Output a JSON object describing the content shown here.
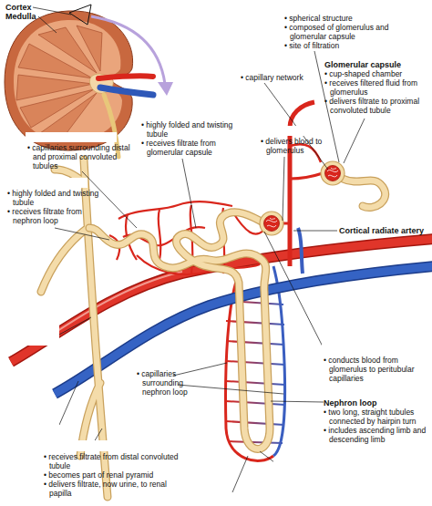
{
  "diagram": {
    "labels": [
      "Cortex",
      "Medulla",
      "• spherical structure",
      "• composed of glomerulus and glomerular capsule",
      "• site of filtration",
      "• capillary network",
      "Glomerular capsule",
      "• cup-shaped chamber",
      "• receives filtered fluid from glomerulus",
      "• delivers filtrate to proximal convoluted tubule",
      "• highly folded and twisting tubule",
      "• receives filtrate from glomerular capsule",
      "• delivers blood to glomerulus",
      "• capillaries surrounding distal and proximal convoluted tubules",
      "• highly folded and twisting tubule",
      "• receives filtrate from nephron loop",
      "Cortical radiate artery",
      "• conducts blood from glomerulus to peritubular capillaries",
      "• capillaries surrounding nephron loop",
      "Nephron loop",
      "• two long, straight tubules connected by hairpin turn",
      "• includes ascending limb and descending limb",
      "• receives filtrate from distal convoluted tubule",
      "• becomes part of renal pyramid",
      "• delivers filtrate, now urine, to renal papilla"
    ]
  }
}
